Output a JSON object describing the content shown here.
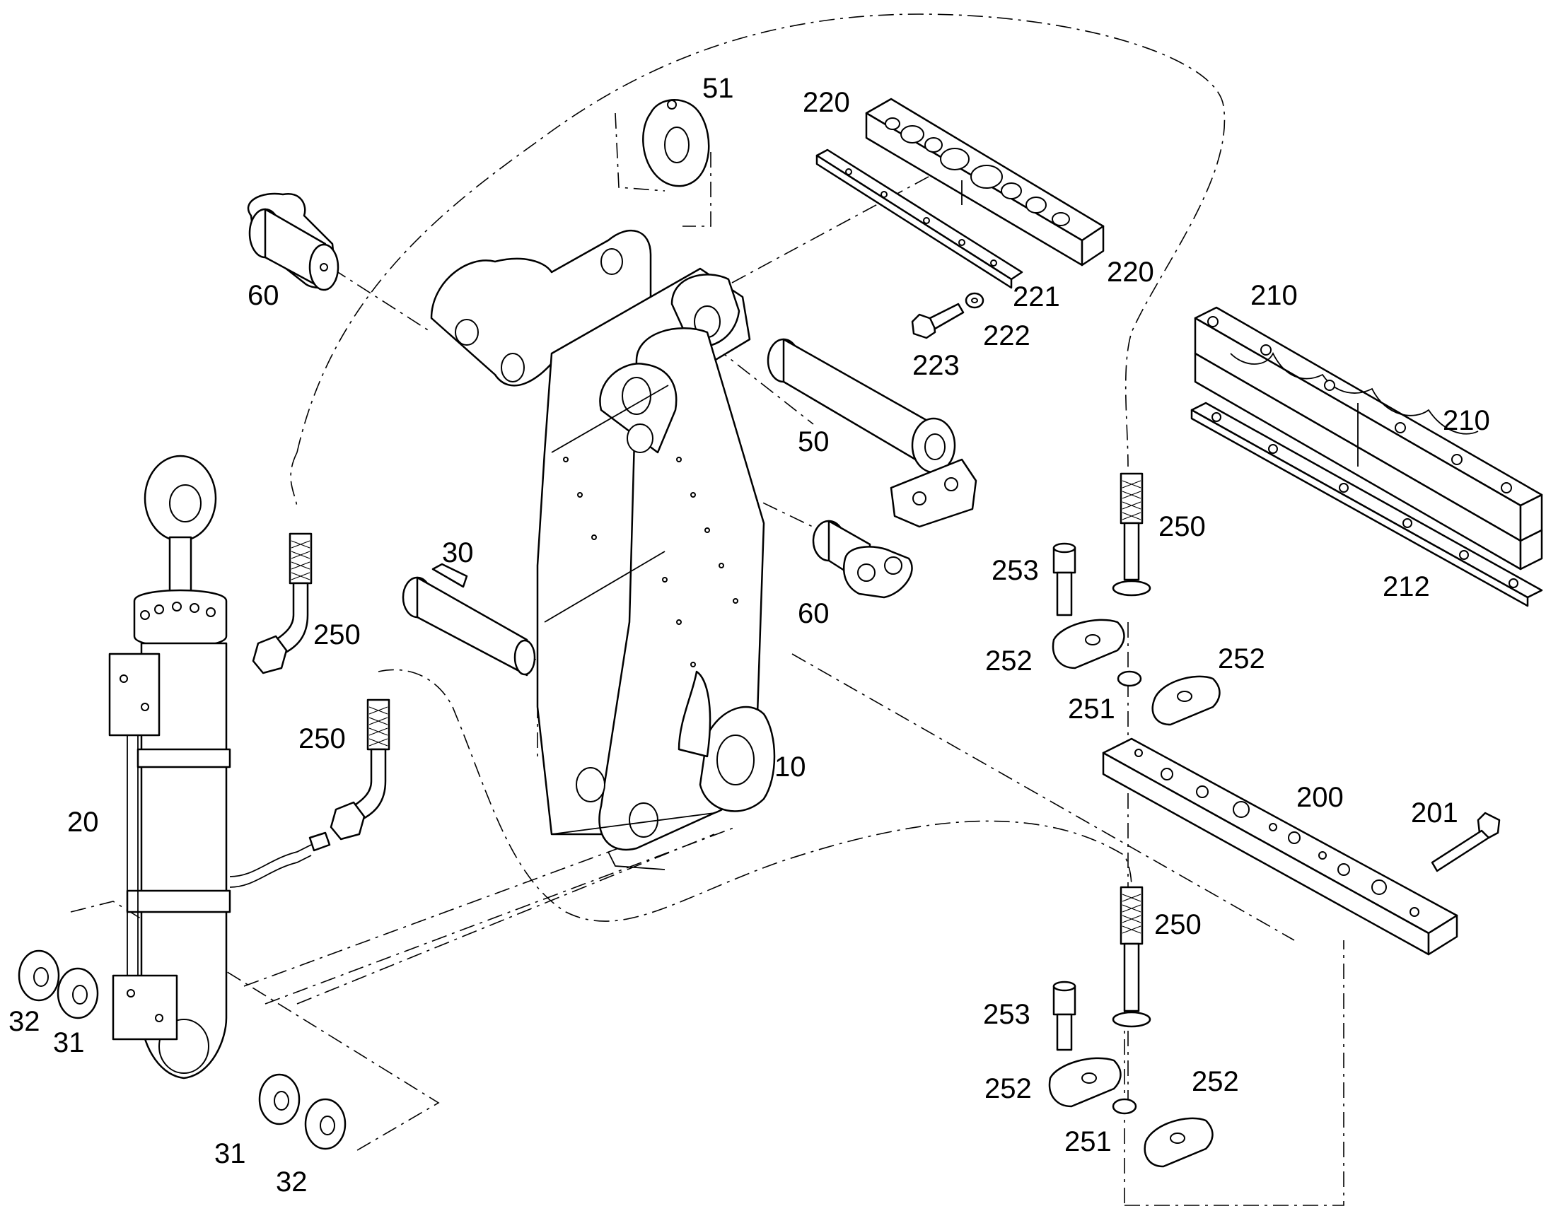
{
  "labels": {
    "p51": "51",
    "p220a": "220",
    "p220b": "220",
    "p60a": "60",
    "p221": "221",
    "p222": "222",
    "p223": "223",
    "p210a": "210",
    "p210b": "210",
    "p50": "50",
    "p250a": "250",
    "p253a": "253",
    "p30": "30",
    "p60b": "60",
    "p212": "212",
    "p250b": "250",
    "p252a": "252",
    "p252b": "252",
    "p251a": "251",
    "p250c": "250",
    "p10": "10",
    "p200": "200",
    "p201": "201",
    "p20": "20",
    "p250d": "250",
    "p253b": "253",
    "p32a": "32",
    "p31a": "31",
    "p252c": "252",
    "p252d": "252",
    "p251b": "251",
    "p31b": "31",
    "p32b": "32"
  },
  "colors": {
    "ink": "#000000",
    "paper": "#ffffff"
  }
}
